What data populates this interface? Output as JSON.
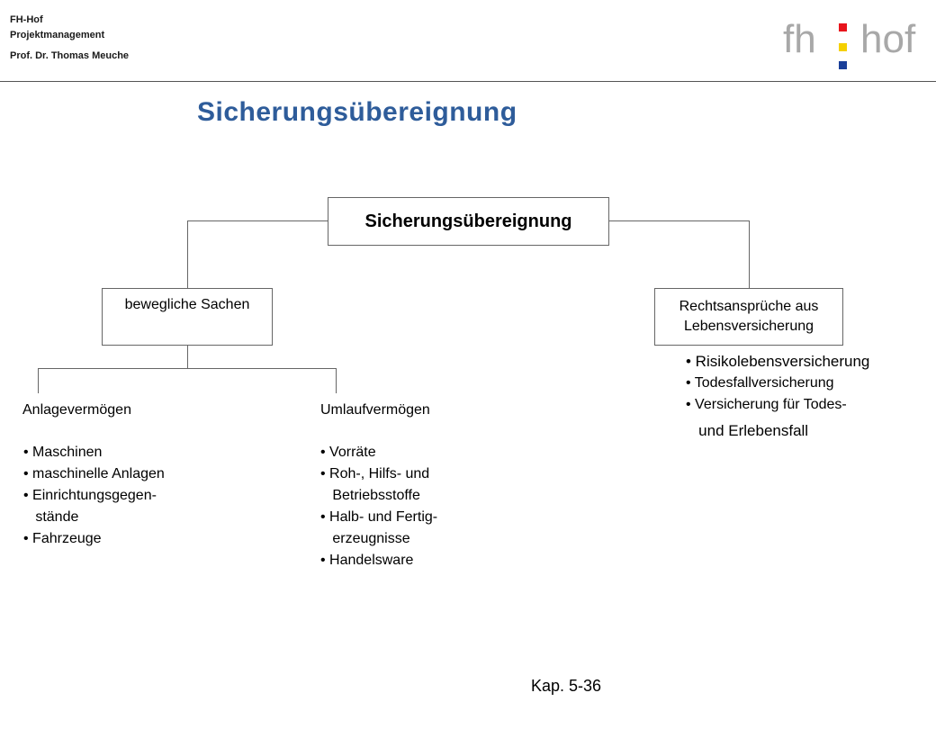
{
  "header": {
    "line1": "FH-Hof",
    "line2": "Projektmanagement",
    "line3": "Prof. Dr. Thomas Meuche"
  },
  "logo": {
    "left_text": "fh",
    "right_text": "hof",
    "colors": [
      "#e8141c",
      "#f5d000",
      "#1a3f99"
    ]
  },
  "page_title": "Sicherungsübereignung",
  "diagram": {
    "root": "Sicherungsübereignung",
    "left_node": "bewegliche Sachen",
    "right_node_line1": "Rechtsansprüche aus",
    "right_node_line2": "Lebensversicherung",
    "anlage": {
      "heading": "Anlagevermögen",
      "items": [
        "• Maschinen",
        "• maschinelle Anlagen",
        "• Einrichtungsgegen-",
        "   stände",
        "• Fahrzeuge"
      ]
    },
    "umlauf": {
      "heading": "Umlaufvermögen",
      "items": [
        "• Vorräte",
        "• Roh-, Hilfs- und",
        "   Betriebsstoffe",
        "• Halb- und Fertig-",
        "   erzeugnisse",
        "• Handelsware"
      ]
    },
    "versicherung": {
      "items": [
        "• Risikolebensversicherung",
        "• Todesfallversicherung",
        "• Versicherung für Todes-",
        "   und Erlebensfall"
      ]
    }
  },
  "footer": "Kap. 5-36"
}
